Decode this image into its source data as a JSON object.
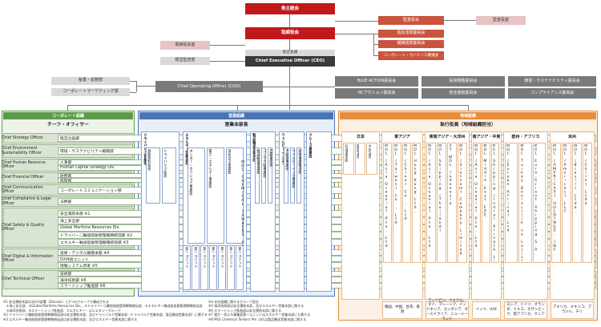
{
  "top": {
    "shareholders": "株主総会",
    "board": "取締役会",
    "audit_board": "監査役会",
    "audit_office": "監査役室",
    "nomination": "指名諮問委員会",
    "remuneration": "報酬諮問委員会",
    "governance": "コーポレート・ガバナンス審議会",
    "board_office": "取締役会室",
    "mgmt_meeting": "経営会議",
    "ceo": "Chief Executive Officer (CEO)",
    "audit_dept": "経営監査部",
    "secretariat": "秘書・総務部",
    "corp_marketing": "コーポレートマーケティング部",
    "coo": "Chief Operating Officer (COO)"
  },
  "committees": [
    "BLUE ACTION委員会",
    "投資戦略委員会",
    "環境・サステナビリティ委員会",
    "HCアクション委員会",
    "安全運航委員会",
    "コンプライアンス委員会"
  ],
  "corporate": {
    "header": "コーポレート組織",
    "title": "チーフ・オフィサー",
    "rows": [
      {
        "officer": "Chief Strategy Officer",
        "units": [
          "経営企画部"
        ]
      },
      {
        "officer": "Chief Environment Sustainability Officer",
        "units": [
          "環境・サステナビリティ戦略部"
        ]
      },
      {
        "officer": "Chief Human Resource Officer",
        "units": [
          "人事部",
          "Human Capital Strategy Div."
        ]
      },
      {
        "officer": "Chief Financial Officer",
        "units": [
          "財務部",
          "経理部"
        ]
      },
      {
        "officer": "Chief Communication Officer",
        "units": [
          "コーポレートコミュニケーション部"
        ]
      },
      {
        "officer": "Chief Compliance & Legal Officer",
        "units": [
          "法務部"
        ]
      },
      {
        "officer": "Chief Safety & Quality Officer",
        "units": [
          "安全運航本部 ※1",
          "海上安全部",
          "Global Maritime Resources Div.",
          "ドライバー二輪船船舶管理戦略統括部 ※2",
          "エネルギー輸送船舶管理戦略統括部 ※3"
        ]
      },
      {
        "officer": "Chief Digital & Information Officer",
        "units": [
          "技術・デジタル戦略本部 ※4",
          "DX共創ユニット",
          "情報システム改革 ※5"
        ]
      },
      {
        "officer": "Chief Technical Officer",
        "units": [
          "技術部",
          "海洋技術部 ※6",
          "スマートシップ推進部 ※6"
        ]
      }
    ]
  },
  "business": {
    "header": "営業組織",
    "title": "営業本部長",
    "units": [
      {
        "name": "ドライバルク営業本部",
        "subs": [
          "鉄鋼原料船部",
          "ドライバルク船部"
        ]
      },
      {
        "name": "エネルギー営業本部",
        "subs": [
          "タンカー・オフショア事業部",
          "電力・エネルギー事業部",
          "液化ガス事業部"
        ]
      },
      {
        "name": "製品輸送営業本部",
        "subs": [
          "製品輸送事業部",
          "コンテナ船事業部",
          "自動車船部"
        ]
      },
      {
        "name": "ウェルビーイングライフ営業本部",
        "subs": [
          "不動産事業部",
          "ウェルビーイング事業部",
          "新規事業推進部"
        ]
      },
      {
        "name": "クルーズ事業部",
        "subs": []
      }
    ],
    "mol_chemical": "MOL CHEMICAL TANKERS PTE. LTD.",
    "unit_label": "第一ユニット"
  },
  "regional": {
    "header": "地域組織",
    "title": "執行役員（地域組織担当）",
    "regions": [
      {
        "name": "日本",
        "companies": [
          "北海道支店",
          "関西支店",
          "九州支店"
        ]
      },
      {
        "name": "東アジア",
        "companies": [
          "MOL (Asia Oceania) Pte. Ltd.",
          "MOL (Taiwan) Co., Ltd.",
          "MOL (China) Co., Ltd.",
          "MOL Hong Kong Ltd."
        ]
      },
      {
        "name": "東南アジア・大洋州",
        "companies": [
          "MOL (Asia Oceania) Pte. Ltd.",
          "MOL Shipping (Thailand)",
          "PT MOL Indonesia",
          "MOL (Vietnam) Company Limited"
        ]
      },
      {
        "name": "南アジア・中東",
        "companies": [
          "MOL (Asia Oceania) Pte. Ltd.",
          "MOL Middle East FZE",
          "MOL Shipping (India) Private Limited"
        ]
      },
      {
        "name": "欧州・アフリカ",
        "companies": [
          "MOL (Europe Africa) Ltd.",
          "MOL Turkey Denizcilik ve Lojistik Tic. A.S.",
          "MOL Euro-Orient Shipping S.A."
        ]
      },
      {
        "name": "米州",
        "companies": [
          "MOL (AMERICAS) HOLDINGS, INC.",
          "MOL (Americas) LLC",
          "MOL (Brasil) Ltda.",
          "MOL (Chile) Ltda."
        ]
      }
    ],
    "coverage": [
      "韓国、中国、台湾、香港",
      "フィリピン、ベトナム、タイ、マレーシア、インドネシア、カンボジア、オーストラリア、ニュージーランド",
      "インド、UAE",
      "ロシア、ドイツ、オランダ、トルコ、モザンビーク、南アフリカ、ケニア",
      "アメリカ、メキシコ、ブラジル、チリ"
    ]
  },
  "footnotes_left": "※1 安全運航本部は次の3部署（Division）と2つのグループで構成される\n　①海上安全部、②Global Maritime Resources Div.、③ドライバー二輪船船舶管理戦略統括部、④エネルギー輸送船船舶管理戦略統括部\n　⑤海洋技術部、⑥スマートシップ推進部、⑦エネルギー・エルエヌジーグループ\n※2 ドライバー二輪船船舶管理戦略統括部は安全運航本部、及びドライバルク営業本部（ドライバルク営業本部、製品輸送営業本部）に属する\n※3 エネルギー輸送船船舶管理戦略統括部は安全運航本部、及びエネルギー営業本部に属する",
  "footnotes_right": "※4 本社組織に属するグループ会社\n※5 海洋技術部は安全運航本部、及びエネルギー営業本部に属する\n※6 スマートシップ推進部は安全運航本部に属する\n※7 電力・再エネ事業部第一ユニットはエネルギー営業本部にも属する\n※8 MOL Chemical Tankers Pte. Ltd.は製品輸送営業本部に属する"
}
